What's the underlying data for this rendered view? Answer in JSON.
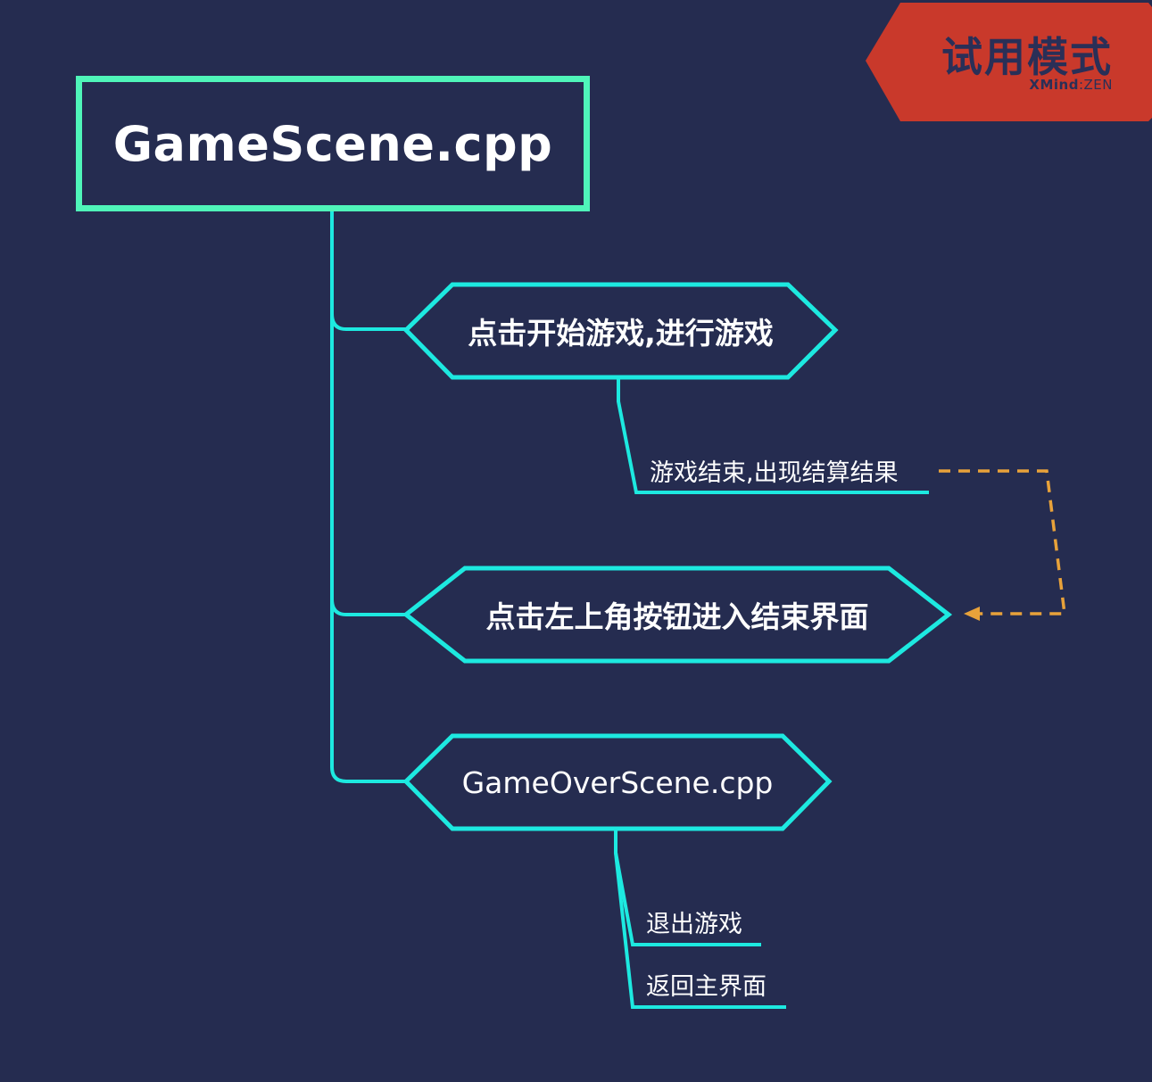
{
  "root": {
    "label": "GameScene.cpp"
  },
  "topics": [
    {
      "label": "点击开始游戏,进行游戏"
    },
    {
      "label": "点击左上角按钮进入结束界面"
    },
    {
      "label": "GameOverScene.cpp"
    }
  ],
  "subtopics": {
    "game_end": "游戏结束,出现结算结果",
    "exit_game": "退出游戏",
    "back_home": "返回主界面"
  },
  "badge": {
    "title": "试用模式",
    "brand_a": "XMind",
    "brand_sep": ":",
    "brand_b": "ZEN"
  },
  "colors": {
    "background": "#252c50",
    "root_border": "#4ff5b9",
    "branch": "#1de9e0",
    "relationship": "#e8a23a",
    "badge": "#c9392b",
    "text": "#ffffff"
  }
}
